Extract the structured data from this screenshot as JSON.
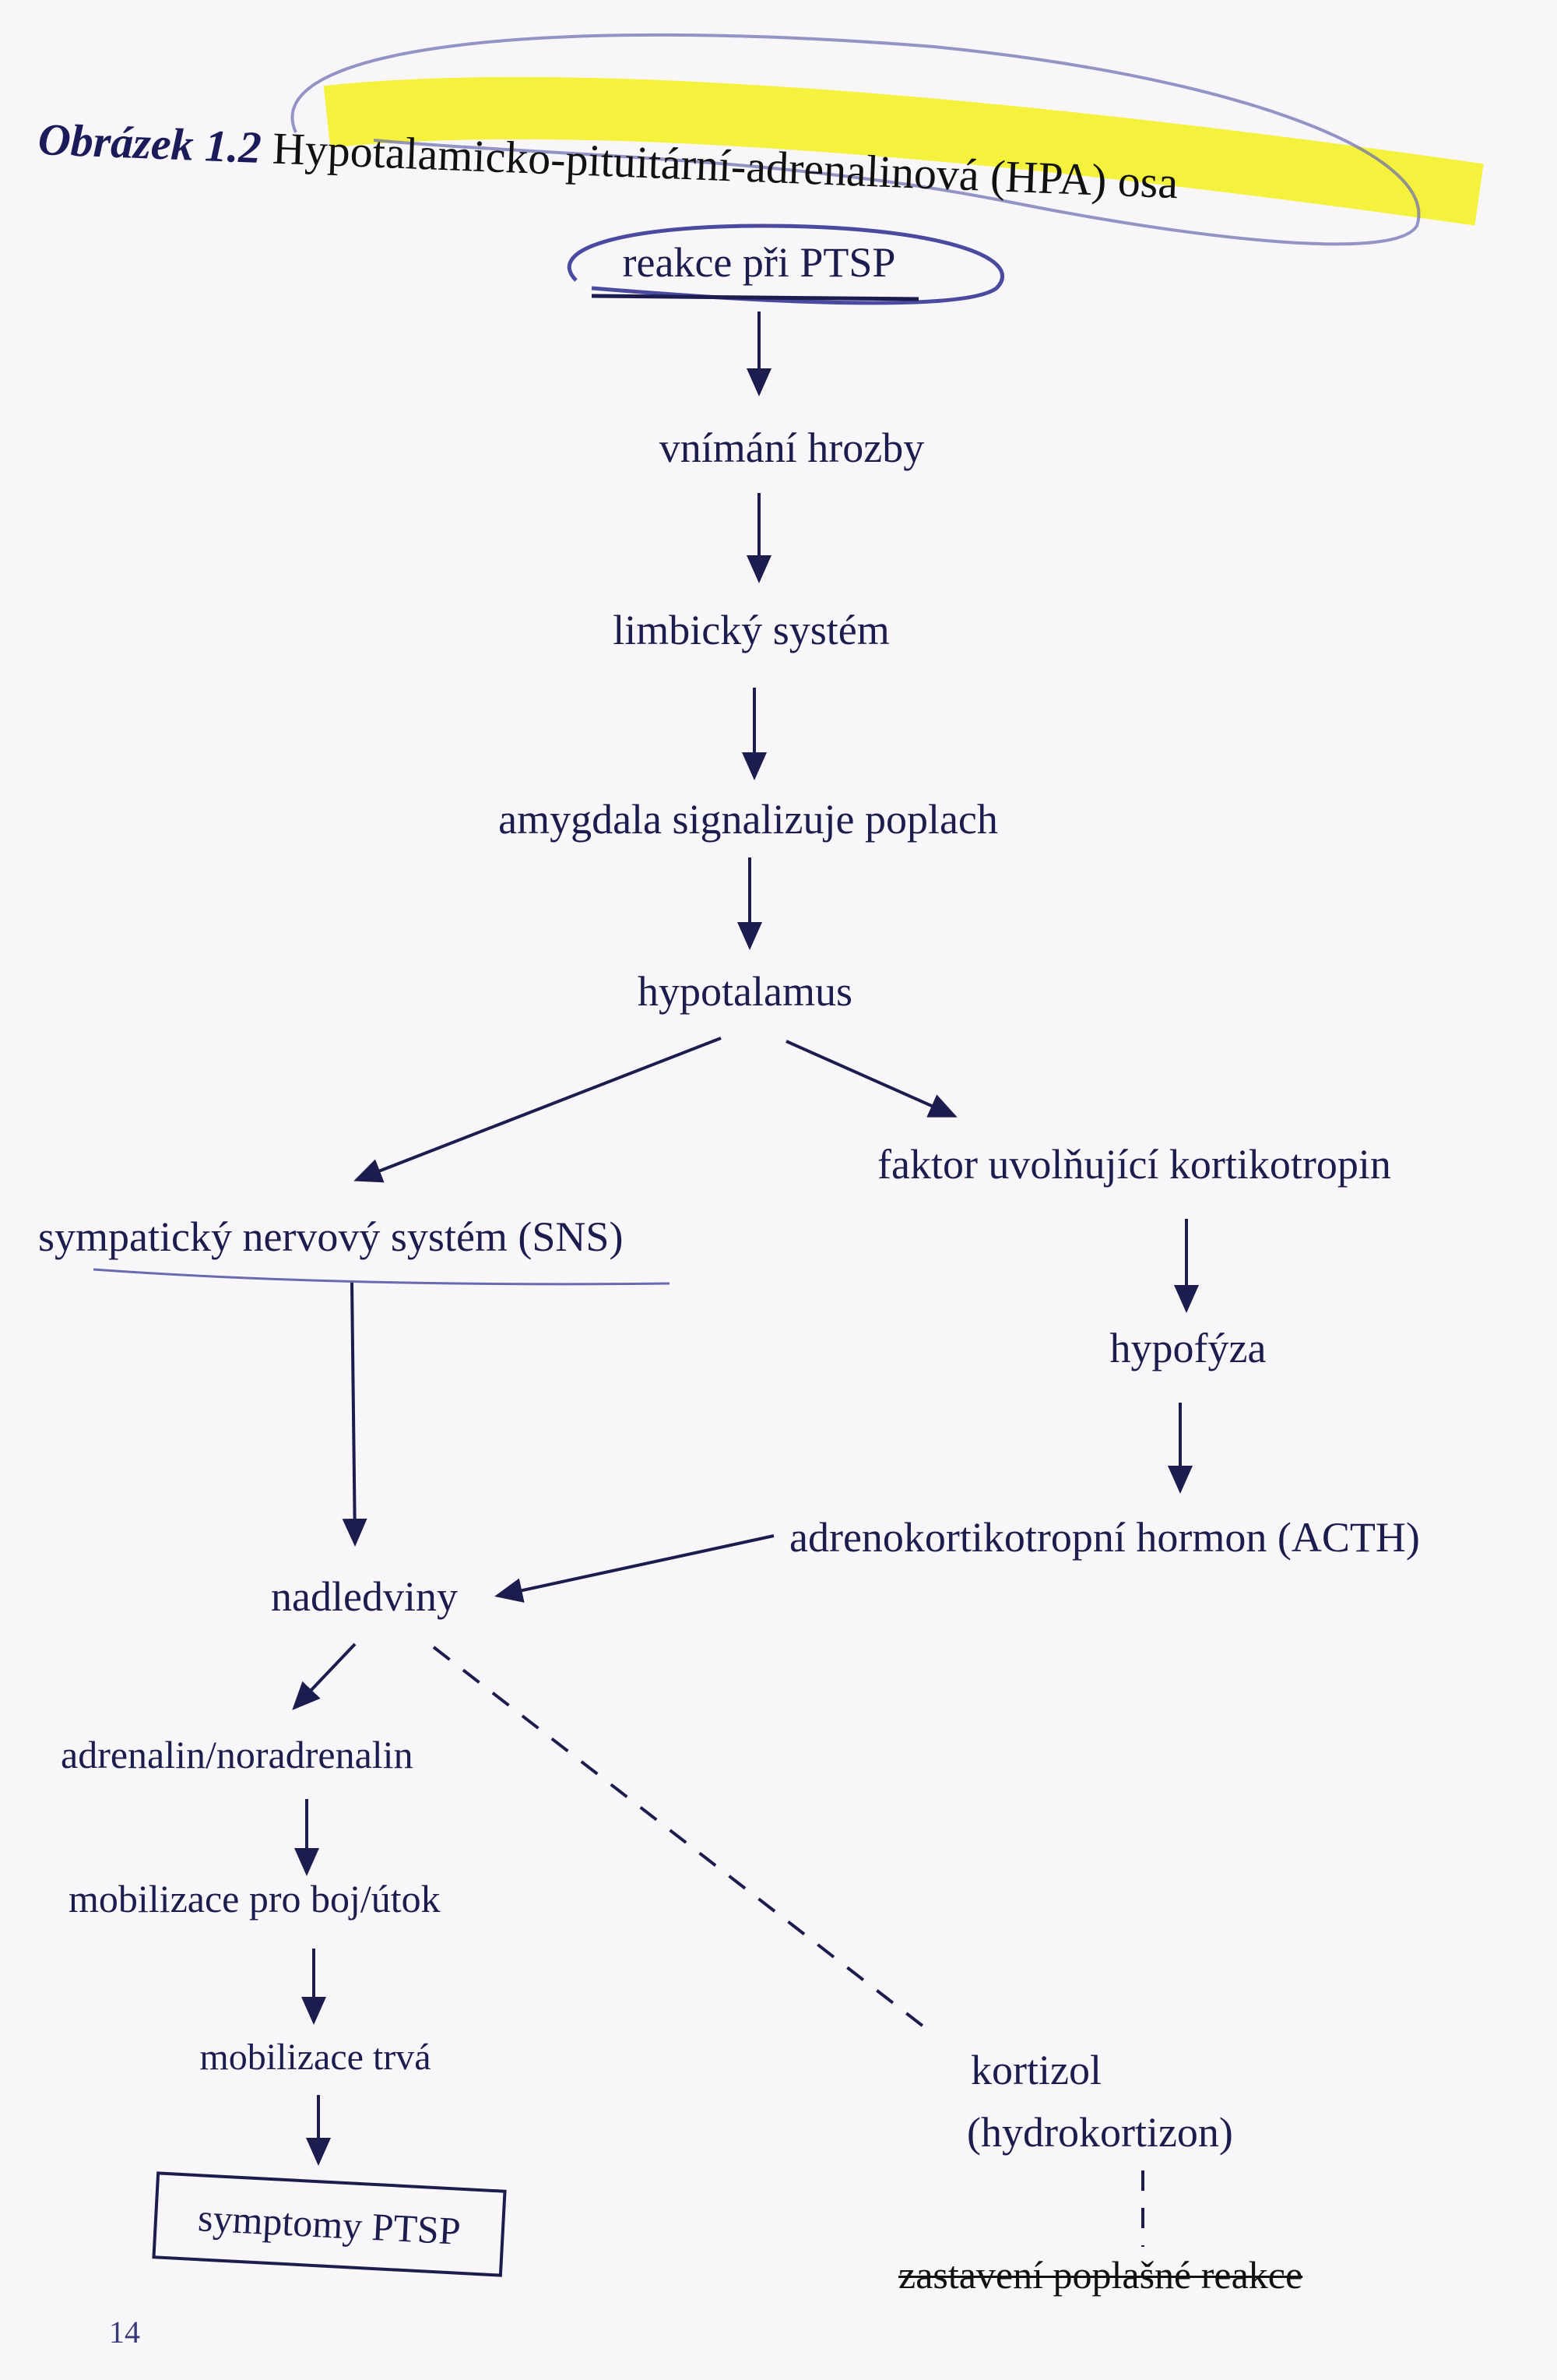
{
  "figure": {
    "label": "Obrázek 1.2",
    "title": "Hypotalamicko-pituitární-adrenalinová (HPA) osa",
    "subtitle": "reakce při PTSP"
  },
  "nodes": {
    "threat": "vnímání hrozby",
    "limbic": "limbický systém",
    "amygdala": "amygdala signalizuje poplach",
    "hypothalamus": "hypotalamus",
    "crf": "faktor uvolňující kortikotropin",
    "sns": "sympatický nervový systém (SNS)",
    "pituitary": "hypofýza",
    "acth": "adrenokortikotropní hormon (ACTH)",
    "adrenal": "nadledviny",
    "adrenaline": "adrenalin/noradrenalin",
    "mobilize": "mobilizace pro boj/útok",
    "persist": "mobilizace trvá",
    "symptoms": "symptomy PTSP",
    "cortisol": "kortizol",
    "hydrocortisone": "(hydrokortizon)",
    "stop": "zastavení poplašné reakce"
  },
  "page_number": "14",
  "colors": {
    "ink": "#1c1c4e",
    "highlight": "#f4f000",
    "pen": "#5a5aa8"
  }
}
